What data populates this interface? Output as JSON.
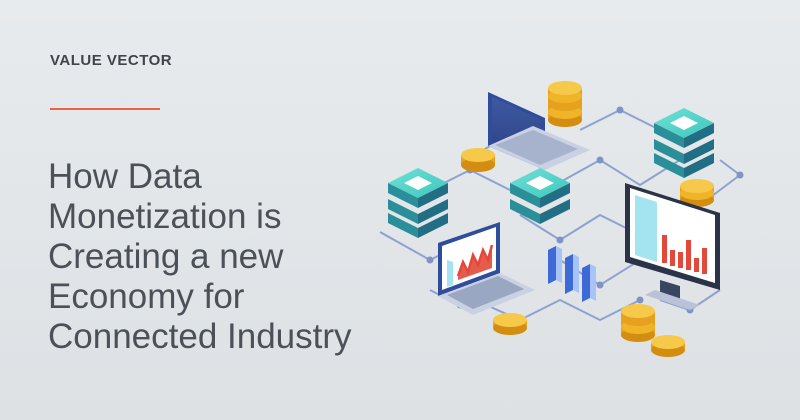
{
  "brand": {
    "name": "VALUE VECTOR"
  },
  "headline": {
    "lines": [
      "How Data",
      "Monetization is",
      "Creating a new",
      "Economy for",
      "Connected Industry"
    ]
  },
  "colors": {
    "accent": "#e8634a",
    "server_teal": "#3fc7bd",
    "coin_gold": "#f0b429",
    "line_blue": "#7e93c6",
    "bar_red": "#e2493a"
  },
  "illustration": {
    "icons": [
      "laptop-icon",
      "server-stack-icon",
      "coin-stack-icon",
      "monitor-icon",
      "bar-chart-icon"
    ]
  }
}
